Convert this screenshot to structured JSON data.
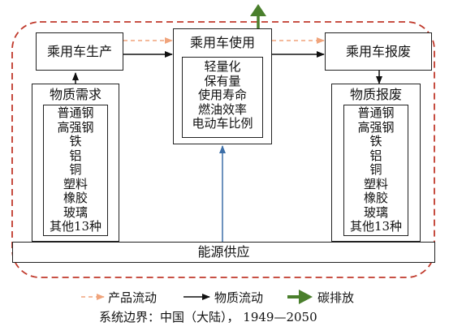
{
  "nodes": {
    "production": {
      "label": "乘用车生产"
    },
    "use": {
      "label": "乘用车使用",
      "items": [
        "轻量化",
        "保有量",
        "使用寿命",
        "燃油效率",
        "电动车比例"
      ]
    },
    "scrap": {
      "label": "乘用车报废"
    },
    "material_demand": {
      "label": "物质需求",
      "items": [
        "普通钢",
        "高强钢",
        "铁",
        "铝",
        "铜",
        "塑料",
        "橡胶",
        "玻璃",
        "其他13种"
      ]
    },
    "material_scrap": {
      "label": "物质报废",
      "items": [
        "普通钢",
        "高强钢",
        "铁",
        "铝",
        "铜",
        "塑料",
        "橡胶",
        "玻璃",
        "其他13种"
      ]
    },
    "energy": {
      "label": "能源供应"
    }
  },
  "legend": {
    "product_flow": "产品流动",
    "material_flow": "物质流动",
    "carbon": "碳排放"
  },
  "boundary_text": "系统边界：中国（大陆），  1949—2050",
  "colors": {
    "product_flow": "#f0a47c",
    "material_flow": "#111111",
    "carbon": "#4a7f2c",
    "energy_flow": "#3d6fa8",
    "boundary": "#c0392b"
  }
}
